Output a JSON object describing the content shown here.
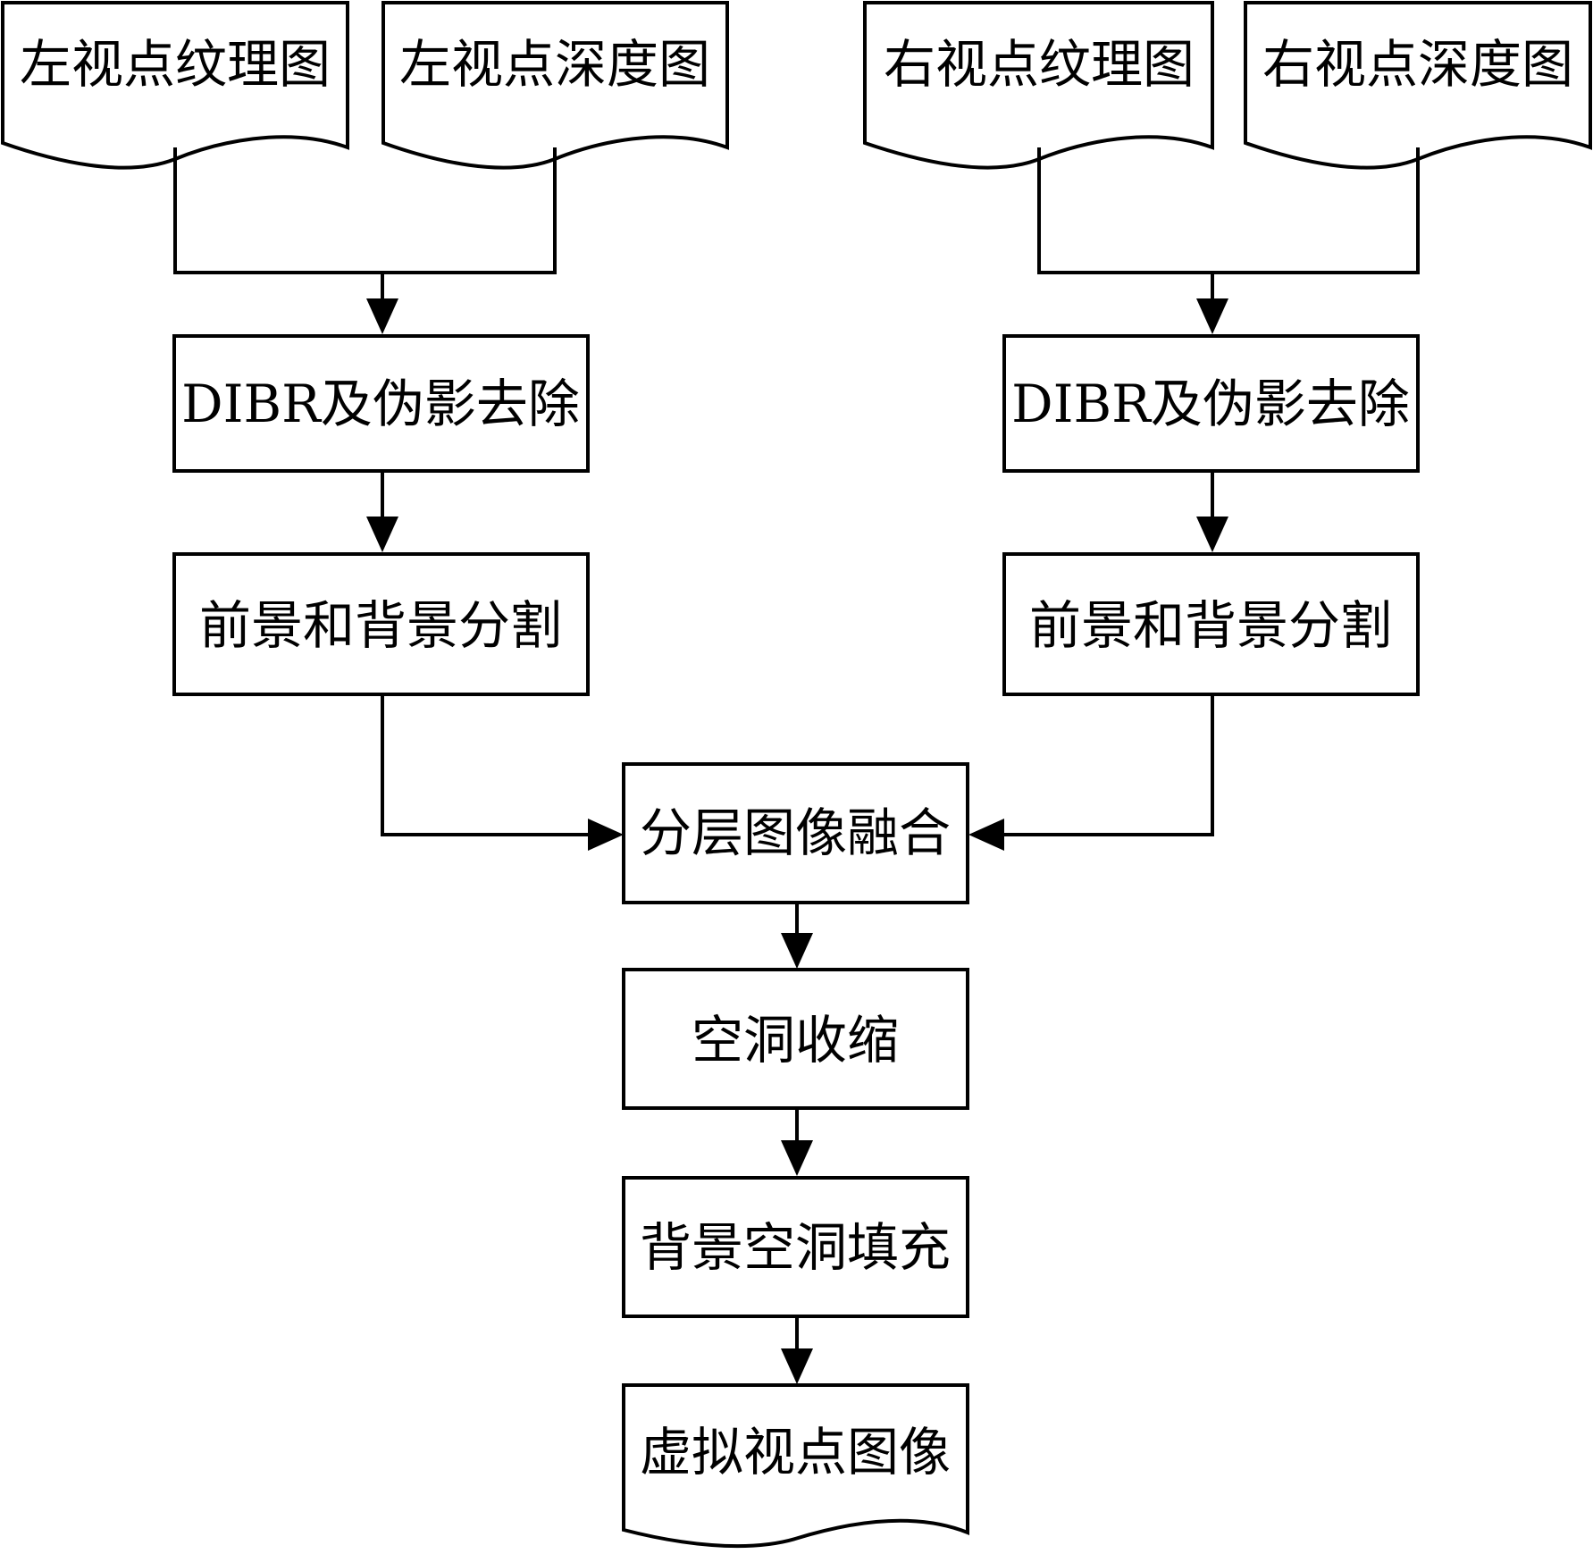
{
  "diagram": {
    "left": {
      "texture_doc": "左视点纹理图",
      "depth_doc": "左视点深度图",
      "dibr": "DIBR及伪影去除",
      "segmentation": "前景和背景分割"
    },
    "right": {
      "texture_doc": "右视点纹理图",
      "depth_doc": "右视点深度图",
      "dibr": "DIBR及伪影去除",
      "segmentation": "前景和背景分割"
    },
    "center": {
      "fusion": "分层图像融合",
      "hole_shrink": "空洞收缩",
      "hole_fill": "背景空洞填充",
      "output_doc": "虚拟视点图像"
    }
  }
}
